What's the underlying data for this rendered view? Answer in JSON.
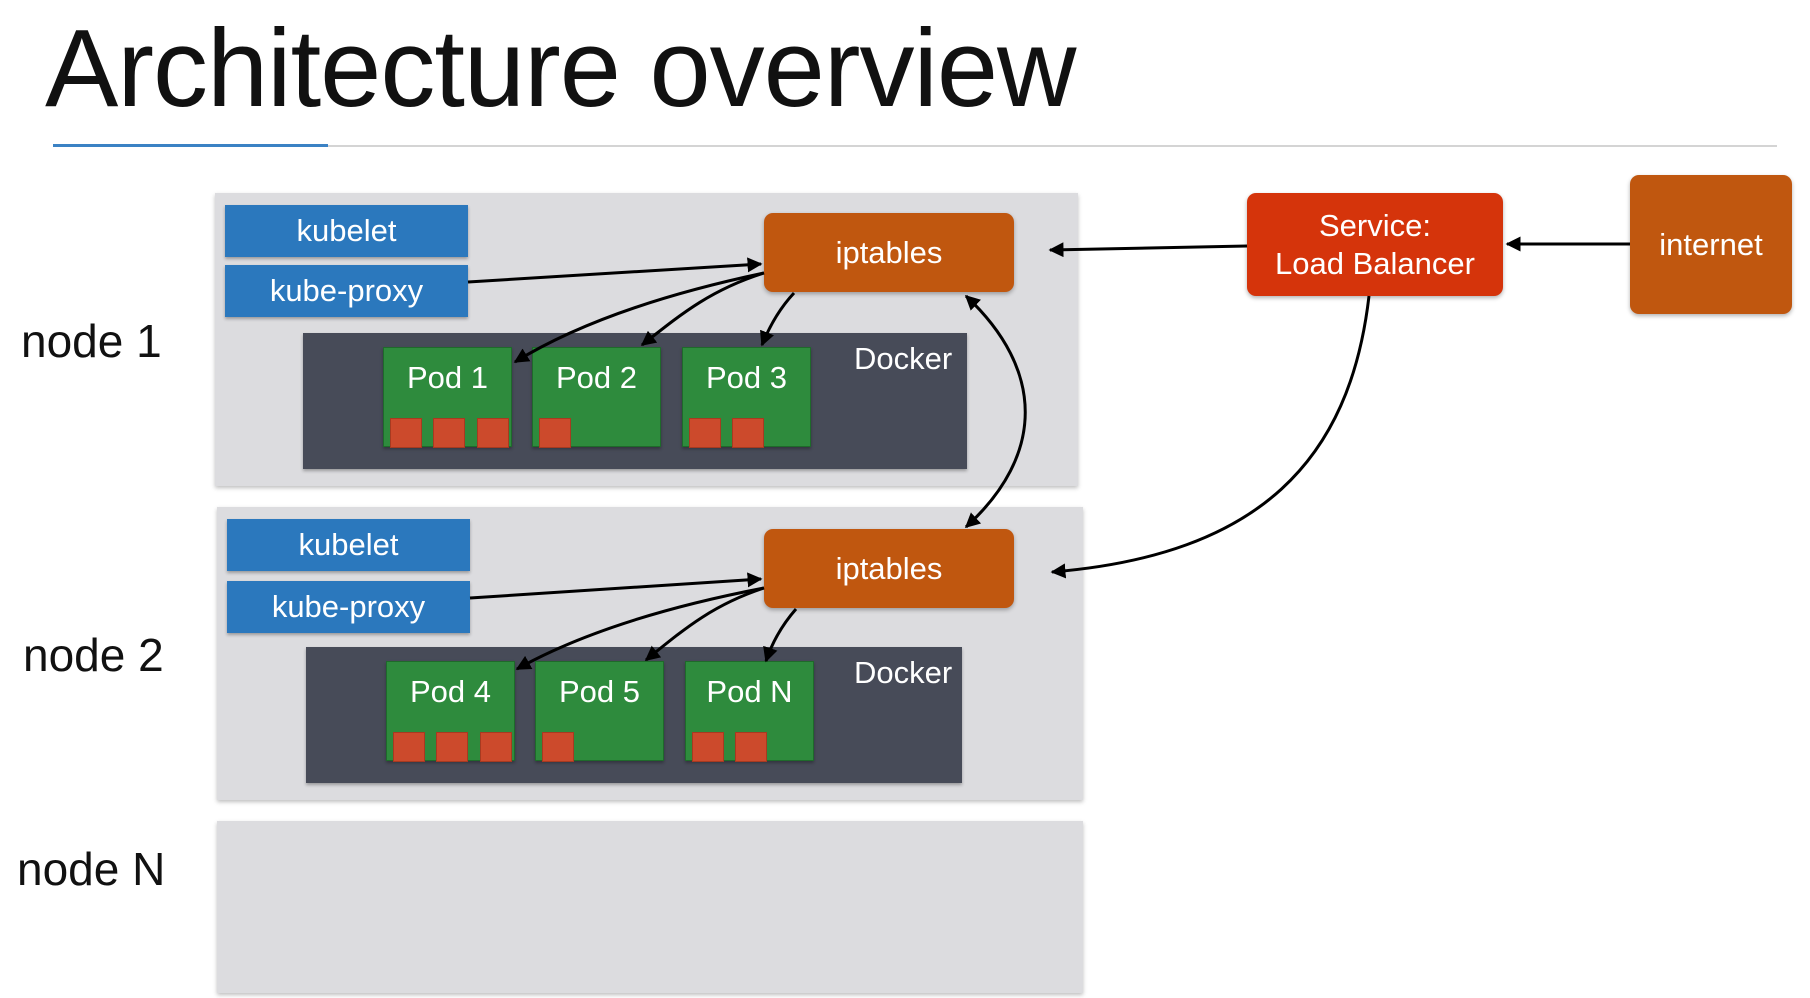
{
  "title": "Architecture overview",
  "nodes": [
    {
      "label": "node 1",
      "kubelet": "kubelet",
      "kube_proxy": "kube-proxy",
      "iptables": "iptables",
      "docker": "Docker",
      "pods": [
        {
          "label": "Pod 1",
          "containers": 3
        },
        {
          "label": "Pod 2",
          "containers": 1
        },
        {
          "label": "Pod 3",
          "containers": 2
        }
      ]
    },
    {
      "label": "node 2",
      "kubelet": "kubelet",
      "kube_proxy": "kube-proxy",
      "iptables": "iptables",
      "docker": "Docker",
      "pods": [
        {
          "label": "Pod 4",
          "containers": 3
        },
        {
          "label": "Pod 5",
          "containers": 1
        },
        {
          "label": "Pod N",
          "containers": 2
        }
      ]
    },
    {
      "label": "node N"
    }
  ],
  "service": {
    "line1": "Service:",
    "line2": "Load Balancer"
  },
  "internet": "internet",
  "colors": {
    "kube_blue": "#2b78bd",
    "iptables_orange": "#c0570f",
    "service_red": "#d5340b",
    "pod_green": "#2e8b3d",
    "container_red": "#cc4a2c",
    "docker_slate": "#474b58",
    "node_gray": "#dcdcdf"
  }
}
